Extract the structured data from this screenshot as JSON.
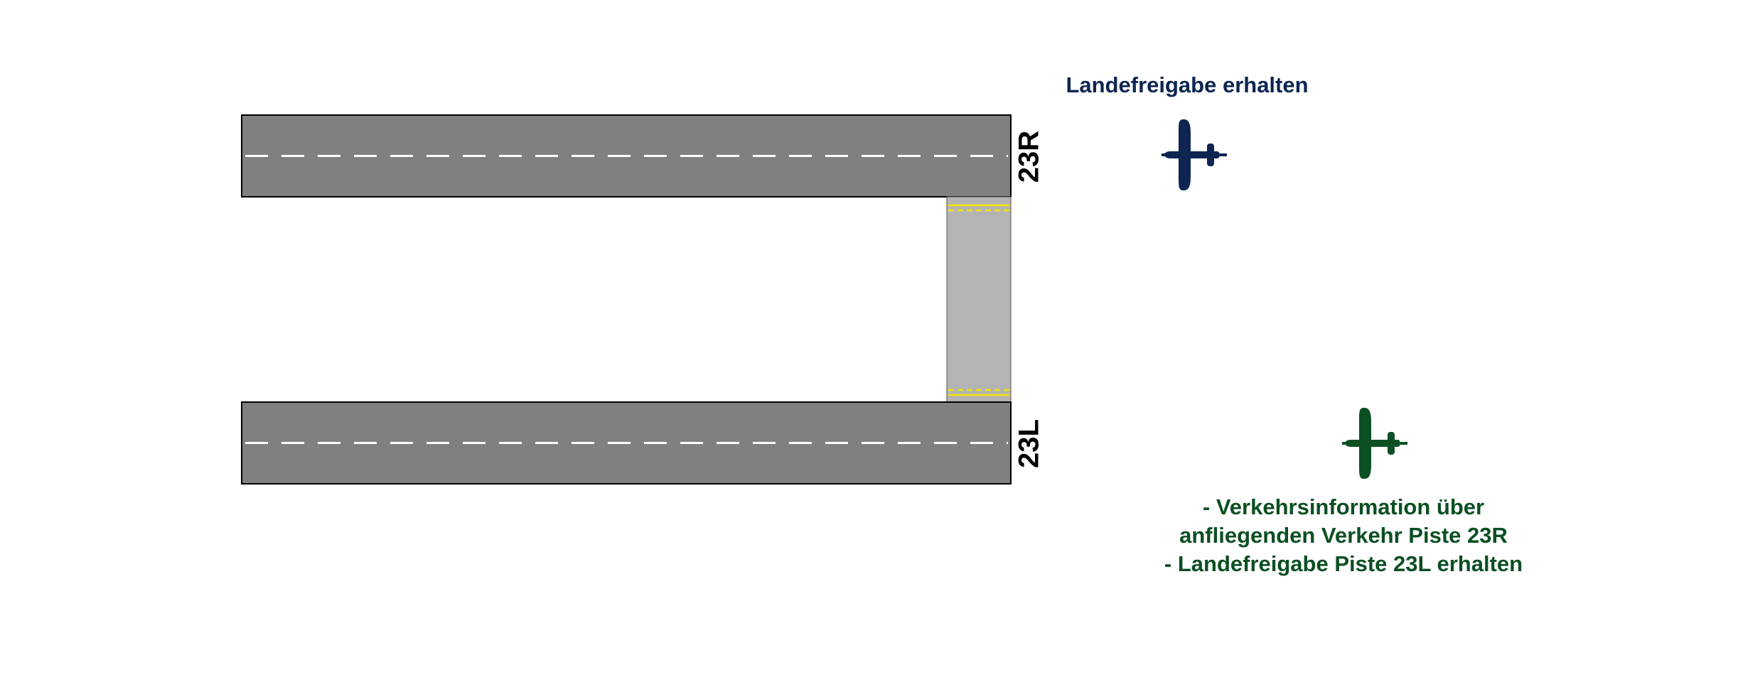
{
  "runways": {
    "top": {
      "id": "23R"
    },
    "bottom": {
      "id": "23L"
    }
  },
  "aircraft": {
    "cleared": {
      "icon": "airplane-icon",
      "color": "#0d2550"
    },
    "waiting": {
      "icon": "airplane-icon",
      "color": "#0b4f22"
    }
  },
  "captions": {
    "top": "Landefreigabe erhalten",
    "bottom": [
      "- Verkehrsinformation über",
      "anfliegenden Verkehr Piste 23R",
      "- Landefreigabe Piste 23L erhalten"
    ]
  },
  "colors": {
    "runway": "#808080",
    "taxiway": "#b4b4b4",
    "centerline": "#ffffff",
    "holding_line": "#f2e600"
  }
}
